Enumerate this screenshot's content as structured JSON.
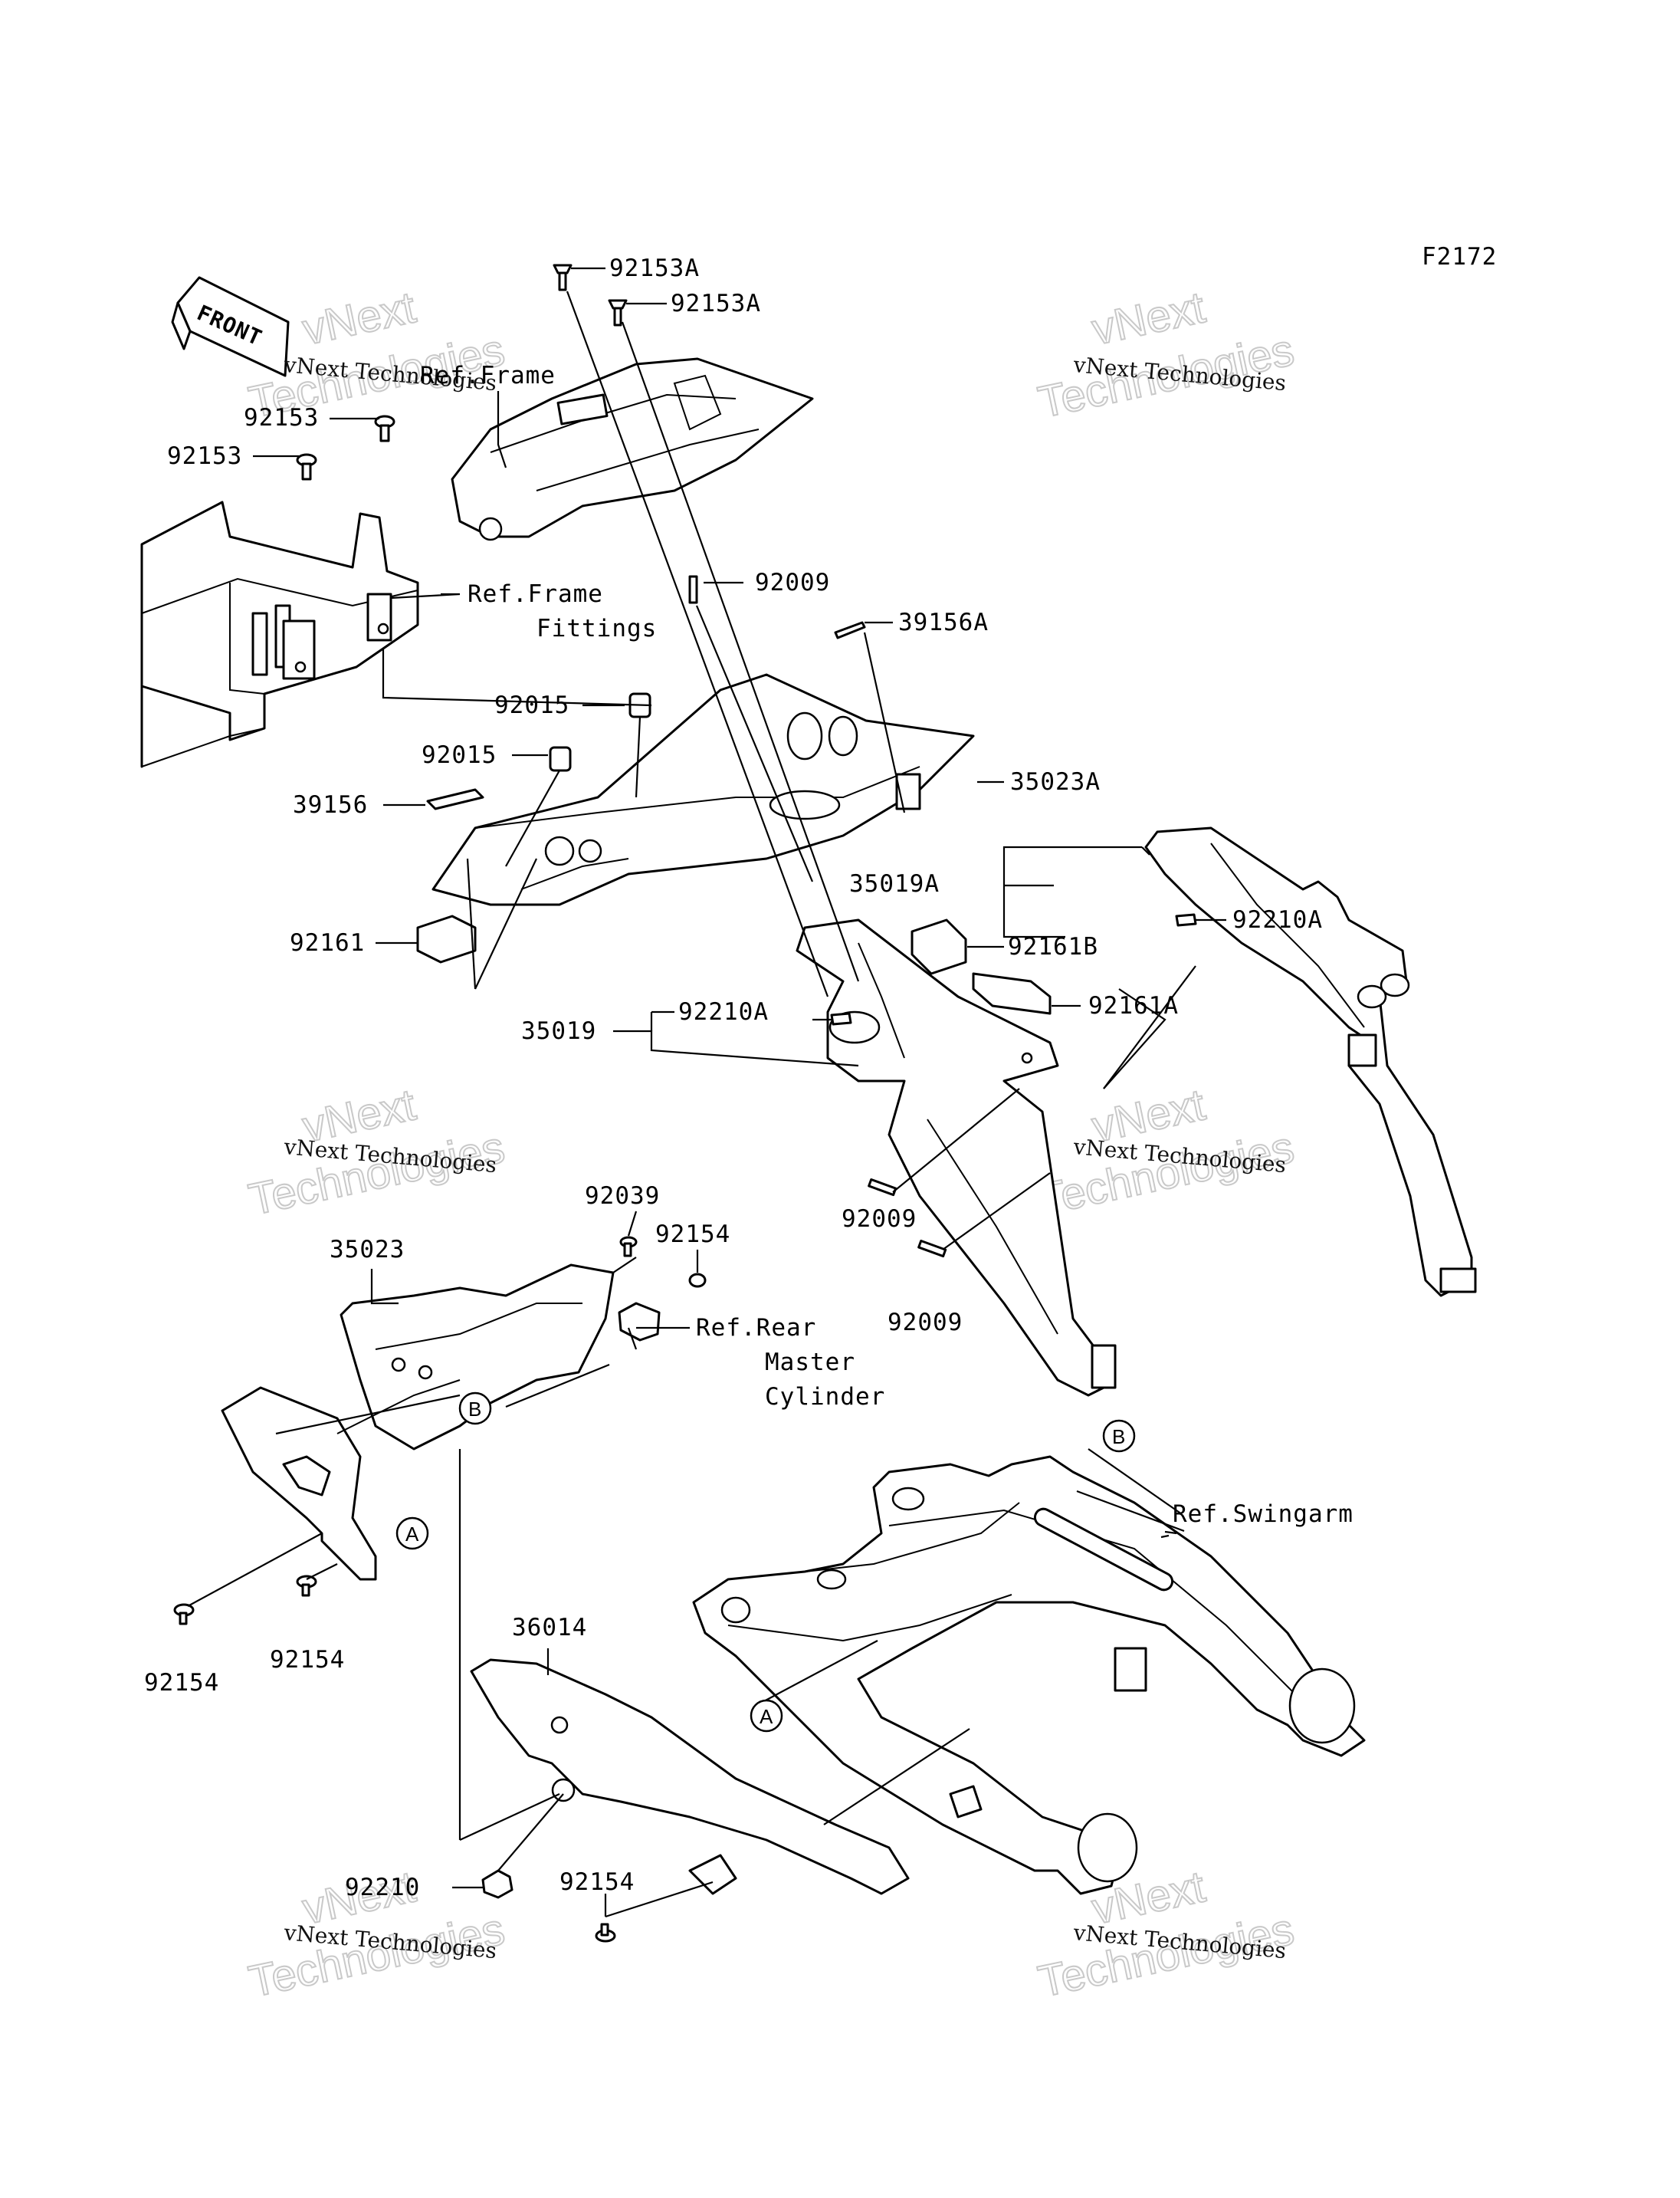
{
  "figure_code": "F2172",
  "direction_label": "FRONT",
  "part_labels": {
    "p92153A_1": "92153A",
    "p92153A_2": "92153A",
    "p92153_1": "92153",
    "p92153_2": "92153",
    "p92009_1": "92009",
    "p39156A": "39156A",
    "p92015_1": "92015",
    "p92015_2": "92015",
    "p35023A": "35023A",
    "p39156": "39156",
    "p35019A": "35019A",
    "p92210A_1": "92210A",
    "p92161B": "92161B",
    "p92161": "92161",
    "p92161A": "92161A",
    "p92210A_2": "92210A",
    "p35019": "35019",
    "p92039": "92039",
    "p92154_1": "92154",
    "p92009_2": "92009",
    "p35023": "35023",
    "p92009_3": "92009",
    "p92154_2": "92154",
    "p92154_3": "92154",
    "p36014": "36014",
    "p92210": "92210",
    "p92154_4": "92154"
  },
  "references": {
    "ref_frame": "Ref.Frame",
    "ref_frame_fittings_1": "Ref.Frame",
    "ref_frame_fittings_2": "Fittings",
    "ref_rear_master_1": "Ref.Rear",
    "ref_rear_master_2": "Master",
    "ref_rear_master_3": "Cylinder",
    "ref_swingarm": "Ref.Swingarm"
  },
  "callouts": {
    "a1": "A",
    "a2": "A",
    "b1": "B",
    "b2": "B"
  },
  "watermark": {
    "line1": "vNext Technologies",
    "line2": "vNext",
    "line3": "Technologies"
  }
}
